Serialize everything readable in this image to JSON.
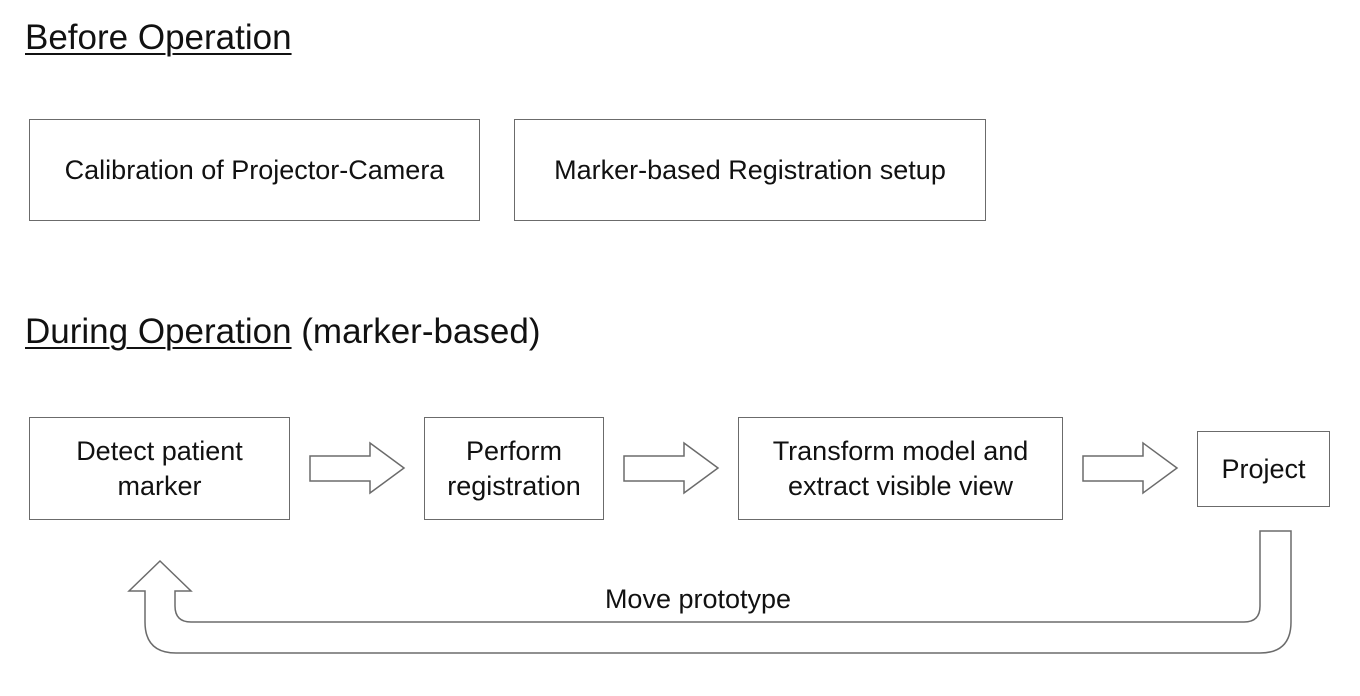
{
  "before": {
    "heading": "Before Operation",
    "boxes": [
      {
        "label": "Calibration of Projector-Camera"
      },
      {
        "label": "Marker-based Registration setup"
      }
    ]
  },
  "during": {
    "heading": "During Operation",
    "heading_suffix": " (marker-based)",
    "steps": [
      {
        "line1": "Detect patient",
        "line2": "marker"
      },
      {
        "line1": "Perform",
        "line2": "registration"
      },
      {
        "line1": "Transform model and",
        "line2": "extract visible view"
      },
      {
        "line1": "Project"
      }
    ],
    "loop_label": "Move prototype"
  },
  "colors": {
    "stroke": "#6b6b6b",
    "text": "#111111",
    "background": "#ffffff"
  }
}
